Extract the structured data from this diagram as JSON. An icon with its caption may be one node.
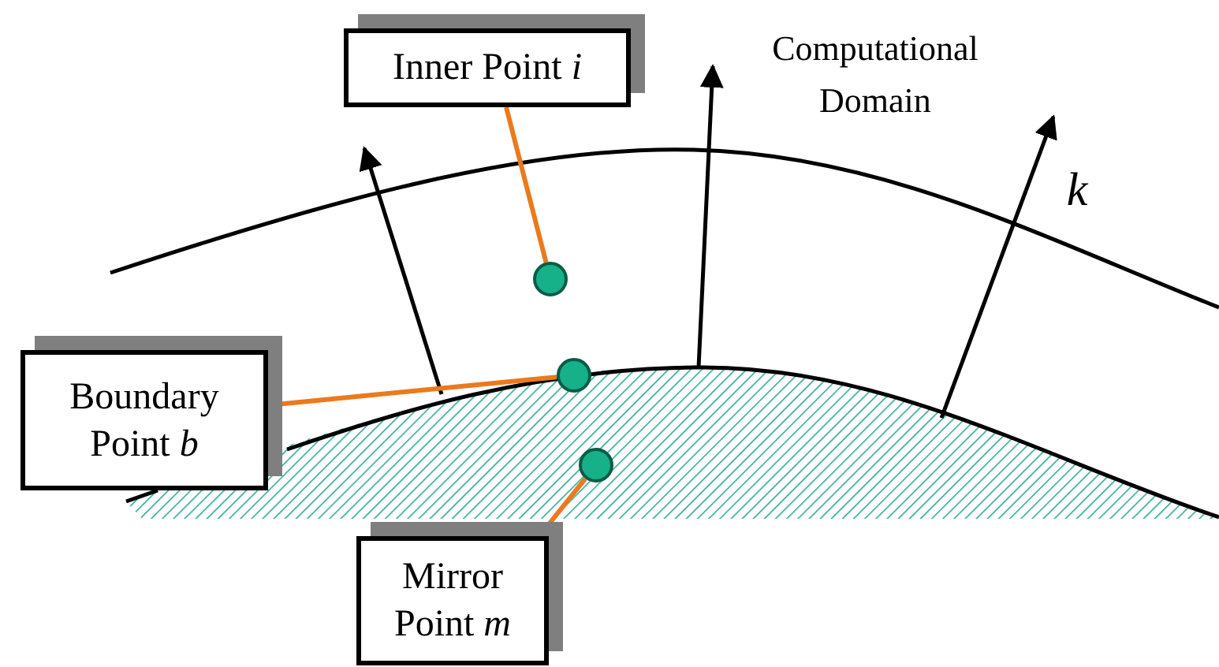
{
  "diagram": {
    "nodes": [
      {
        "text": [
          "Inner Point *i*"
        ]
      },
      {
        "text": [],
        "shape": "circle"
      },
      {
        "text": [
          "Boundary Point *b*"
        ]
      },
      {
        "text": [],
        "shape": "circle"
      },
      {
        "text": [
          "Mirror Point *m*"
        ]
      },
      {
        "text": [],
        "shape": "circle"
      }
    ],
    "edges": [
      {
        "from": 0,
        "to": 1,
        "arrow": "none"
      },
      {
        "from": 2,
        "to": 3,
        "arrow": "none"
      },
      {
        "from": 4,
        "to": 5,
        "arrow": "none"
      }
    ],
    "labels": [
      "Computational Domain",
      "k"
    ]
  }
}
